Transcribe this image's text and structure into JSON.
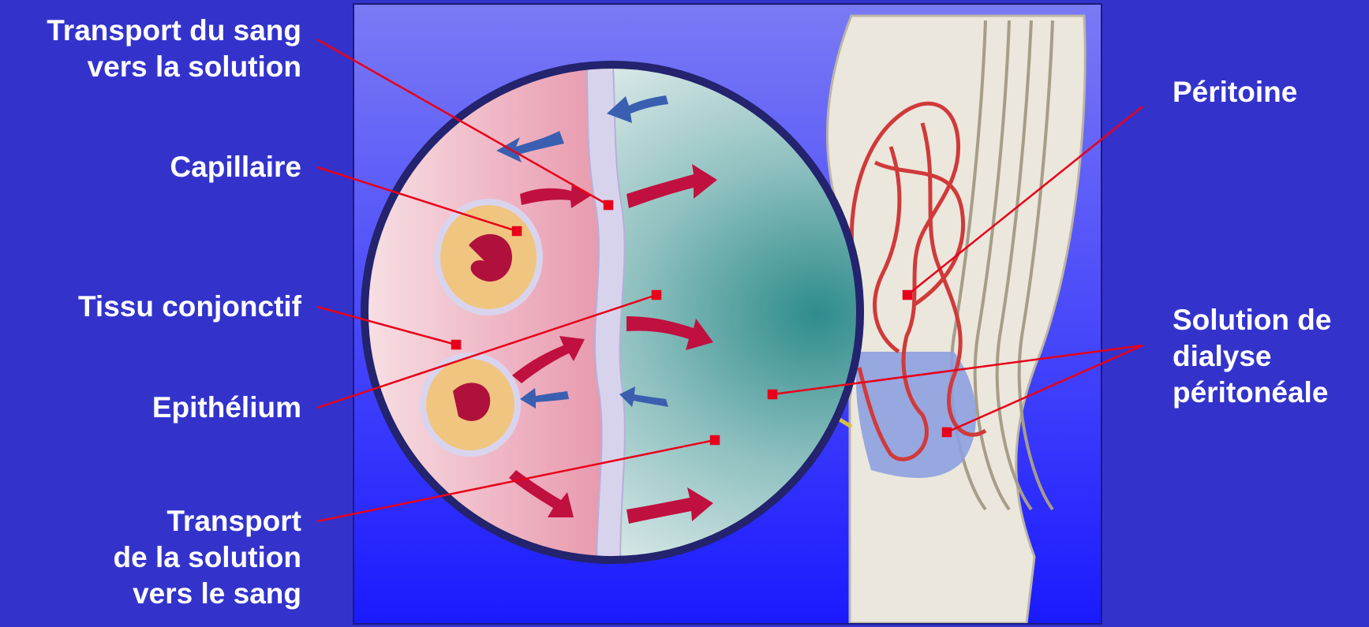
{
  "labels": {
    "transport_blood": [
      "Transport du sang",
      "vers la solution"
    ],
    "capillary": "Capillaire",
    "connective_tissue": "Tissu conjonctif",
    "epithelium": "Epithélium",
    "transport_solution": [
      "Transport",
      "de la solution",
      "vers le sang"
    ],
    "peritoneum": "Péritoine",
    "dialysis_solution": [
      "Solution de",
      "dialyse",
      "péritonéale"
    ]
  },
  "colors": {
    "background": "#3333cc",
    "panel_top": "#7a7af5",
    "panel_bottom": "#1a1aff",
    "leader_line": "#e8001a",
    "tissue_pink": "#efb5c4",
    "fluid_teal": "#2f8c8c",
    "blood_red": "#b0103c",
    "arrow_blue": "#3a5fb0",
    "arrow_red": "#c0103f",
    "fat_yellow": "#f0c580",
    "body_beige": "#ebe7dc",
    "vessel_red": "#d03a3a",
    "fluid_blue": "#8ea0e0"
  }
}
